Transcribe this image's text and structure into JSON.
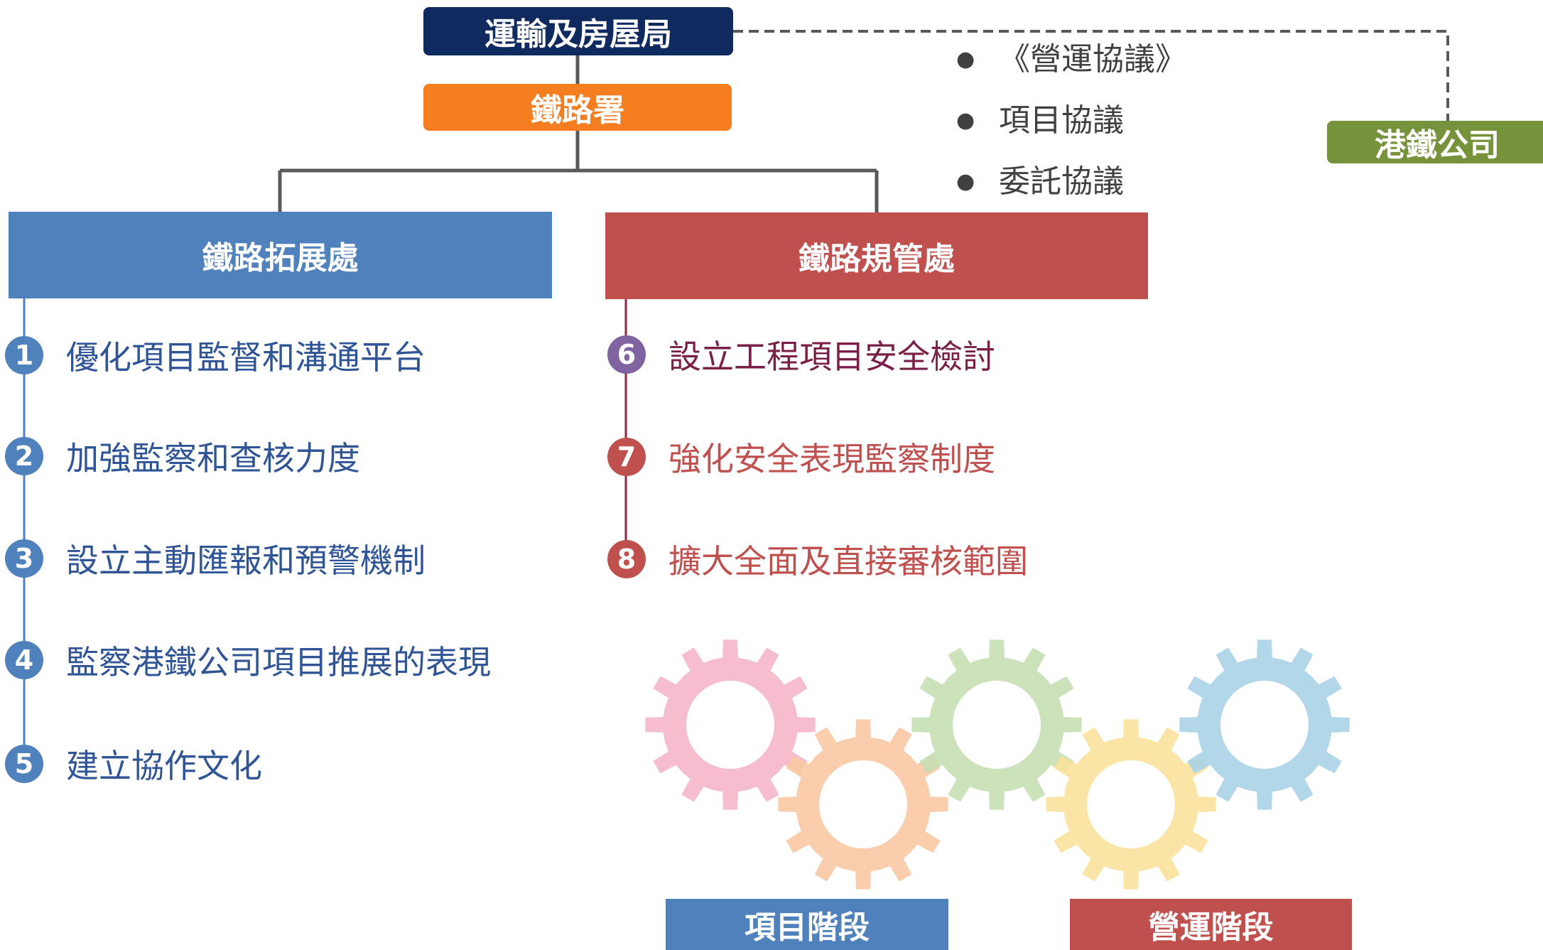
{
  "org": {
    "top": "運輸及房屋局",
    "office": "鐵路署",
    "external": "港鐵公司",
    "agreements": [
      "《營運協議》",
      "項目協議",
      "委託協議"
    ],
    "divisions": {
      "development": "鐵路拓展處",
      "regulation": "鐵路規管處"
    }
  },
  "development_items": [
    {
      "num": "1",
      "text": "優化項目監督和溝通平台"
    },
    {
      "num": "2",
      "text": "加強監察和查核力度"
    },
    {
      "num": "3",
      "text": "設立主動匯報和預警機制"
    },
    {
      "num": "4",
      "text": "監察港鐵公司項目推展的表現"
    },
    {
      "num": "5",
      "text": "建立協作文化"
    }
  ],
  "regulation_items": [
    {
      "num": "6",
      "text": "設立工程項目安全檢討",
      "color": "#8064a2",
      "text_color": "#7a2048"
    },
    {
      "num": "7",
      "text": "強化安全表現監察制度",
      "color": "#c0504d",
      "text_color": "#c0504d"
    },
    {
      "num": "8",
      "text": "擴大全面及直接審核範圍",
      "color": "#c0504d",
      "text_color": "#c0504d"
    }
  ],
  "stages": {
    "project": "項目階段",
    "operation": "營運階段"
  },
  "colors": {
    "top": "#0f2a5e",
    "office": "#f47d20",
    "external": "#76933c",
    "development": "#4f81bd",
    "regulation": "#c0504d",
    "gears": [
      "#f4b6c8",
      "#f9c9a3",
      "#c6dfb4",
      "#fbe29c",
      "#a9d3e6"
    ]
  }
}
